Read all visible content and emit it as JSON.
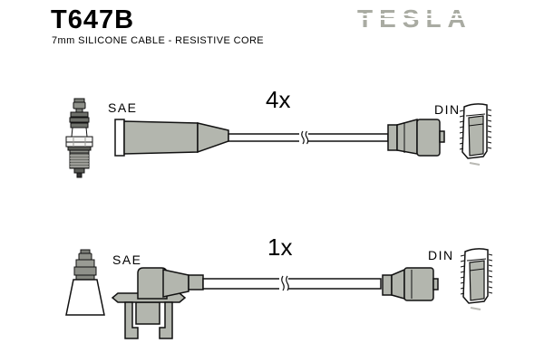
{
  "header": {
    "part_number": "T647B",
    "subtitle": "7mm SILICONE CABLE - RESISTIVE CORE",
    "brand": "TESLA"
  },
  "diagram": {
    "rows": [
      {
        "left_connector": "SAE",
        "left_icon": "spark-plug",
        "quantity": "4x",
        "cable_style": "straight boot, wire with break mark, tapered distributor boot",
        "right_connector": "DIN",
        "right_icon": "din-terminal"
      },
      {
        "left_connector": "SAE",
        "left_icon": "spark-plug-with-boot",
        "quantity": "1x",
        "cable_style": "angled boot with mounting bracket, wire with break mark, tapered distributor boot",
        "right_connector": "DIN",
        "right_icon": "din-terminal"
      }
    ]
  },
  "colors": {
    "background": "#ffffff",
    "text": "#000000",
    "outline": "#111111",
    "boot_gray": "#b3b6ae",
    "metal_dark": "#5a5c57",
    "metal_mid": "#8f918a",
    "metal_light": "#999b94",
    "logo_gray": "#a9aba2"
  }
}
